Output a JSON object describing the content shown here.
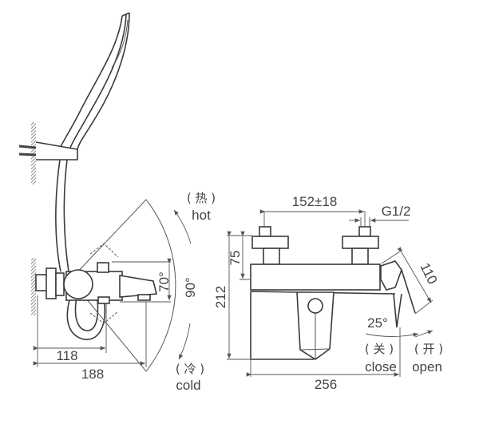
{
  "side_view": {
    "angle_total": "90°",
    "angle_spout": "70°",
    "dim_body_depth": "118",
    "dim_total_depth": "188",
    "hot_cn": "( 热 )",
    "hot_en": "hot",
    "cold_cn": "( 冷 )",
    "cold_en": "cold"
  },
  "front_view": {
    "dim_center_distance": "152±18",
    "thread": "G1/2",
    "dim_height": "212",
    "dim_inlet_height": "75",
    "dim_lever_length": "110",
    "lever_angle": "25°",
    "dim_width": "256",
    "close_cn": "( 关 )",
    "close_en": "close",
    "open_cn": "( 开 )",
    "open_en": "open"
  },
  "colors": {
    "line": "#3a3a3a",
    "text": "#444444"
  }
}
